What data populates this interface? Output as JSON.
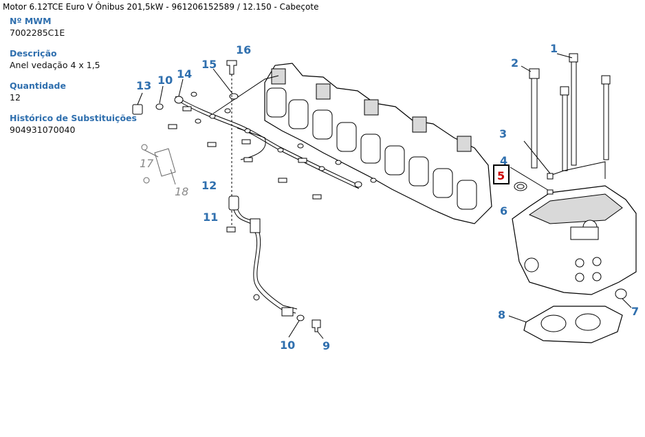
{
  "header": {
    "title": "Motor 6.12TCE Euro V Ônibus 201,5kW - 961206152589  /  12.150 - Cabeçote"
  },
  "details": {
    "mwm_label": "Nº MWM",
    "mwm_value": "7002285C1E",
    "description_label": "Descrição",
    "description_value": "Anel vedação 4 x 1,5",
    "quantity_label": "Quantidade",
    "quantity_value": "12",
    "history_label": "Histórico de Substituições",
    "history_value": "904931070040"
  },
  "diagram": {
    "callouts": {
      "c1": "1",
      "c2": "2",
      "c3": "3",
      "c4": "4",
      "c5": "5",
      "c6": "6",
      "c7": "7",
      "c8": "8",
      "c9": "9",
      "c10a": "10",
      "c10b": "10",
      "c11": "11",
      "c12": "12",
      "c13": "13",
      "c14": "14",
      "c15": "15",
      "c16": "16",
      "c17": "17",
      "c18": "18"
    },
    "highlighted_callout": "5",
    "colors": {
      "callout": "#2f6fae",
      "highlight": "#cc0000",
      "inactive": "#8a8a8a"
    }
  }
}
